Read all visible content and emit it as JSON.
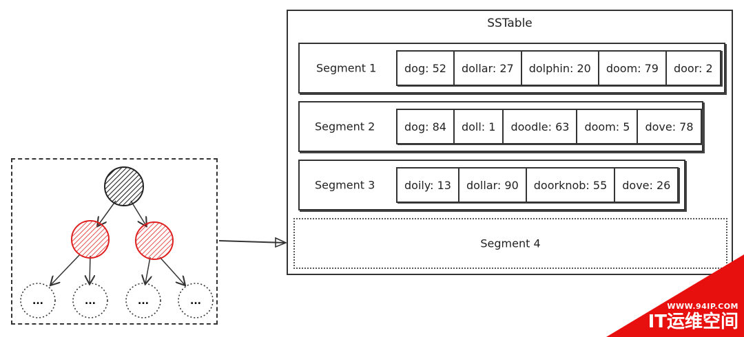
{
  "tree": {
    "root_color": "#222222",
    "red_color": "#e02020",
    "leaf_label": "...",
    "leaves": [
      "...",
      "...",
      "...",
      "..."
    ]
  },
  "sstable": {
    "title": "SSTable",
    "segments": [
      {
        "label": "Segment 1",
        "entries": [
          "dog: 52",
          "dollar: 27",
          "dolphin: 20",
          "doom: 79",
          "door: 2"
        ]
      },
      {
        "label": "Segment 2",
        "entries": [
          "dog: 84",
          "doll: 1",
          "doodle: 63",
          "doom: 5",
          "dove: 78"
        ]
      },
      {
        "label": "Segment 3",
        "entries": [
          "doily: 13",
          "dollar: 90",
          "doorknob: 55",
          "dove: 26"
        ]
      },
      {
        "label": "Segment 4",
        "entries": []
      }
    ]
  },
  "watermark": {
    "url": "WWW.94IP.COM",
    "name": "IT运维空间",
    "color": "#e8100e"
  }
}
